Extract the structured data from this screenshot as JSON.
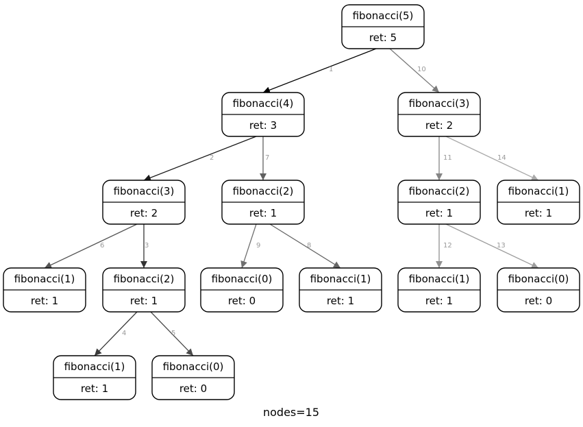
{
  "nodes": [
    {
      "id": "n1",
      "call": "fibonacci(5)",
      "ret": "ret: 5"
    },
    {
      "id": "n2",
      "call": "fibonacci(4)",
      "ret": "ret: 3"
    },
    {
      "id": "n3",
      "call": "fibonacci(3)",
      "ret": "ret: 2"
    },
    {
      "id": "n4",
      "call": "fibonacci(3)",
      "ret": "ret: 2"
    },
    {
      "id": "n5",
      "call": "fibonacci(2)",
      "ret": "ret: 1"
    },
    {
      "id": "n6",
      "call": "fibonacci(2)",
      "ret": "ret: 1"
    },
    {
      "id": "n7",
      "call": "fibonacci(1)",
      "ret": "ret: 1"
    },
    {
      "id": "n8",
      "call": "fibonacci(1)",
      "ret": "ret: 1"
    },
    {
      "id": "n9",
      "call": "fibonacci(2)",
      "ret": "ret: 1"
    },
    {
      "id": "n10",
      "call": "fibonacci(0)",
      "ret": "ret: 0"
    },
    {
      "id": "n11",
      "call": "fibonacci(1)",
      "ret": "ret: 1"
    },
    {
      "id": "n12",
      "call": "fibonacci(1)",
      "ret": "ret: 1"
    },
    {
      "id": "n13",
      "call": "fibonacci(0)",
      "ret": "ret: 0"
    },
    {
      "id": "n14",
      "call": "fibonacci(1)",
      "ret": "ret: 1"
    },
    {
      "id": "n15",
      "call": "fibonacci(0)",
      "ret": "ret: 0"
    }
  ],
  "edges": [
    {
      "from": "n1",
      "to": "n2",
      "label": "1",
      "color": "#000000"
    },
    {
      "from": "n2",
      "to": "n4",
      "label": "2",
      "color": "#1a1a1a"
    },
    {
      "from": "n4",
      "to": "n9",
      "label": "3",
      "color": "#333333"
    },
    {
      "from": "n9",
      "to": "n14",
      "label": "4",
      "color": "#3a3a3a"
    },
    {
      "from": "n9",
      "to": "n15",
      "label": "5",
      "color": "#4a4a4a"
    },
    {
      "from": "n4",
      "to": "n8",
      "label": "6",
      "color": "#555555"
    },
    {
      "from": "n2",
      "to": "n5",
      "label": "7",
      "color": "#606060"
    },
    {
      "from": "n5",
      "to": "n11",
      "label": "8",
      "color": "#666666"
    },
    {
      "from": "n5",
      "to": "n10",
      "label": "9",
      "color": "#707070"
    },
    {
      "from": "n1",
      "to": "n3",
      "label": "10",
      "color": "#7a7a7a"
    },
    {
      "from": "n3",
      "to": "n6",
      "label": "11",
      "color": "#858585"
    },
    {
      "from": "n6",
      "to": "n12",
      "label": "12",
      "color": "#909090"
    },
    {
      "from": "n6",
      "to": "n13",
      "label": "13",
      "color": "#9e9e9e"
    },
    {
      "from": "n3",
      "to": "n7",
      "label": "14",
      "color": "#aaaaaa"
    }
  ],
  "caption": "nodes=15"
}
